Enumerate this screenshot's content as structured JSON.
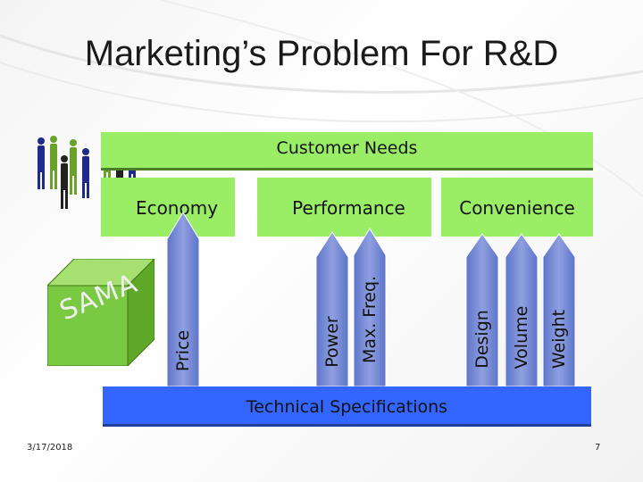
{
  "slide": {
    "title": "Marketing’s Problem For R&D",
    "date": "3/17/2018",
    "page_number": "7"
  },
  "customer_needs": {
    "label": "Customer Needs"
  },
  "categories": [
    {
      "id": "economy",
      "label": "Economy"
    },
    {
      "id": "performance",
      "label": "Performance"
    },
    {
      "id": "convenience",
      "label": "Convenience"
    }
  ],
  "specs": [
    {
      "id": "price",
      "label": "Price",
      "category": "Economy"
    },
    {
      "id": "power",
      "label": "Power",
      "category": "Performance"
    },
    {
      "id": "max-freq",
      "label": "Max. Freq.",
      "category": "Performance"
    },
    {
      "id": "design",
      "label": "Design",
      "category": "Convenience"
    },
    {
      "id": "volume",
      "label": "Volume",
      "category": "Convenience"
    },
    {
      "id": "weight",
      "label": "Weight",
      "category": "Convenience"
    }
  ],
  "technical_specifications": {
    "label": "Technical Specifications"
  },
  "cube": {
    "label": "SAMA"
  },
  "colors": {
    "green": "#99ee66",
    "blue": "#3366ff",
    "arrow": "#7b8fd6",
    "cube": "#7ac943"
  },
  "icons": [
    "people-group-icon",
    "cube-icon"
  ]
}
